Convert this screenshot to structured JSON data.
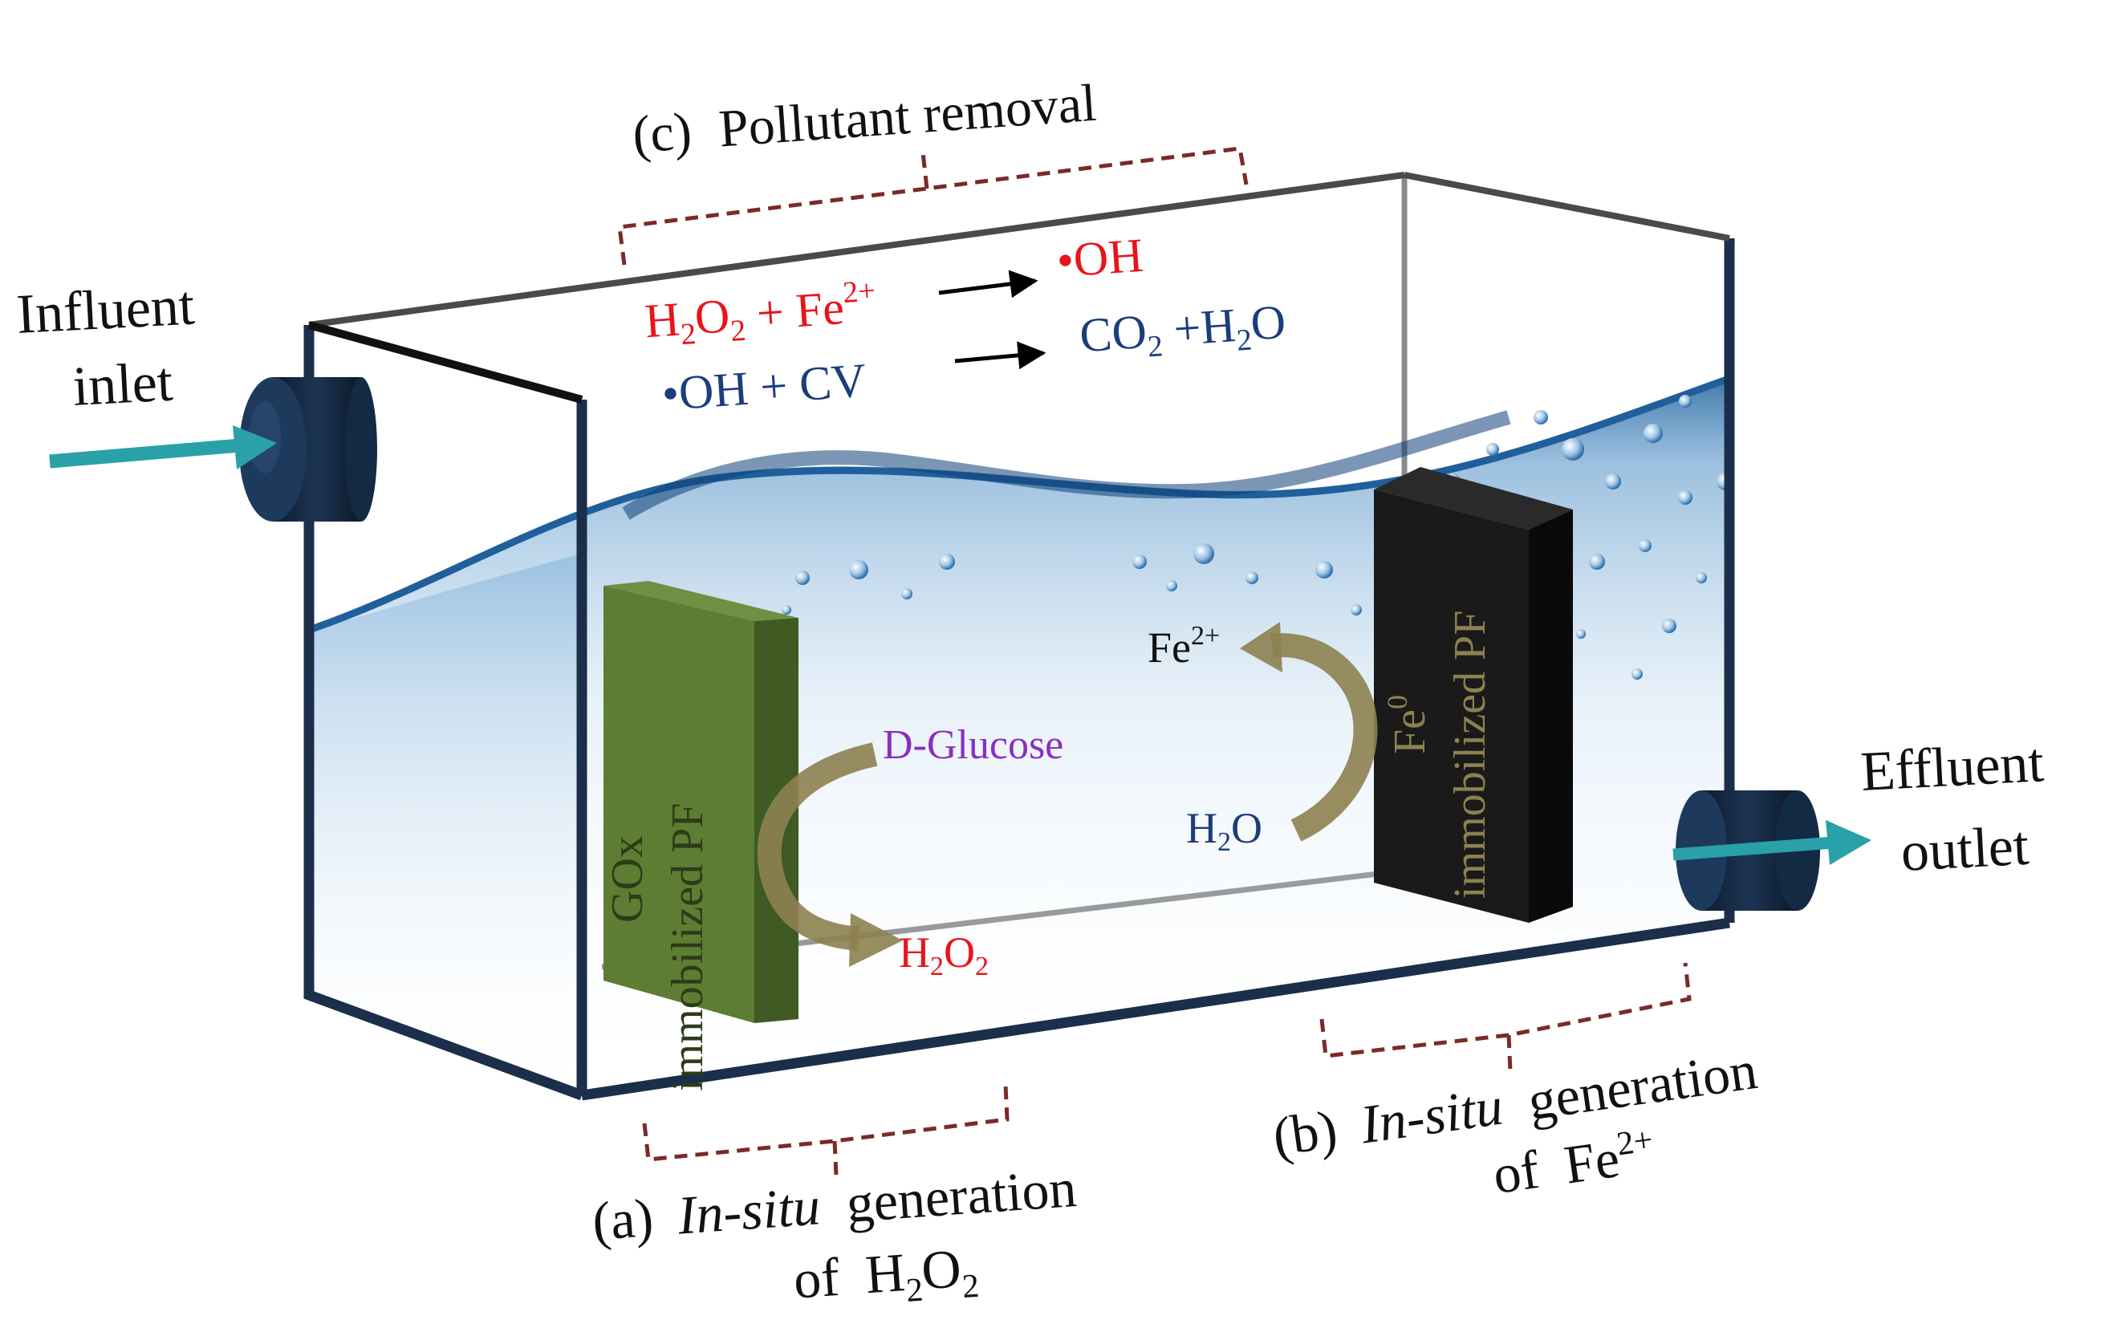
{
  "influent": {
    "line1": "Influent",
    "line2": "inlet"
  },
  "effluent": {
    "line1": "Effluent",
    "line2": "outlet"
  },
  "section_c": {
    "tag": "(c)",
    "text": "Pollutant removal"
  },
  "section_a": {
    "tag": "(a)",
    "italic": "In-situ",
    "rest": "generation",
    "line2_prefix": "of",
    "formula": "H2O2"
  },
  "section_b": {
    "tag": "(b)",
    "italic": "In-situ",
    "rest": "generation",
    "line2_prefix": "of",
    "formula": "Fe2+"
  },
  "reactions": {
    "r1_reactants": "H2O2 + Fe2+",
    "r1_product": "•OH",
    "r2_reactants": "•OH + CV",
    "r2_product": "CO2 + H2O"
  },
  "gox_plate": {
    "line1": "GOx",
    "line2": "immobilized PF"
  },
  "fe_plate": {
    "line1": "Fe0",
    "line2": "immobilized PF"
  },
  "species": {
    "glucose": "D-Glucose",
    "h2o2_out": "H2O2",
    "fe2_out": "Fe2+",
    "h2o_in": "H2O"
  },
  "colors": {
    "frame": "#1b2e4a",
    "water": "#1f5f9c",
    "gox_plate": "#5d7d33",
    "fe_plate": "#1a1a1a",
    "arrow_tan": "#8d8150",
    "red": "#e8141b",
    "navy": "#1c3d7a",
    "purple": "#8a2fbf",
    "bracket": "#7a2a28",
    "flow_arrow": "#2aa0a8"
  }
}
